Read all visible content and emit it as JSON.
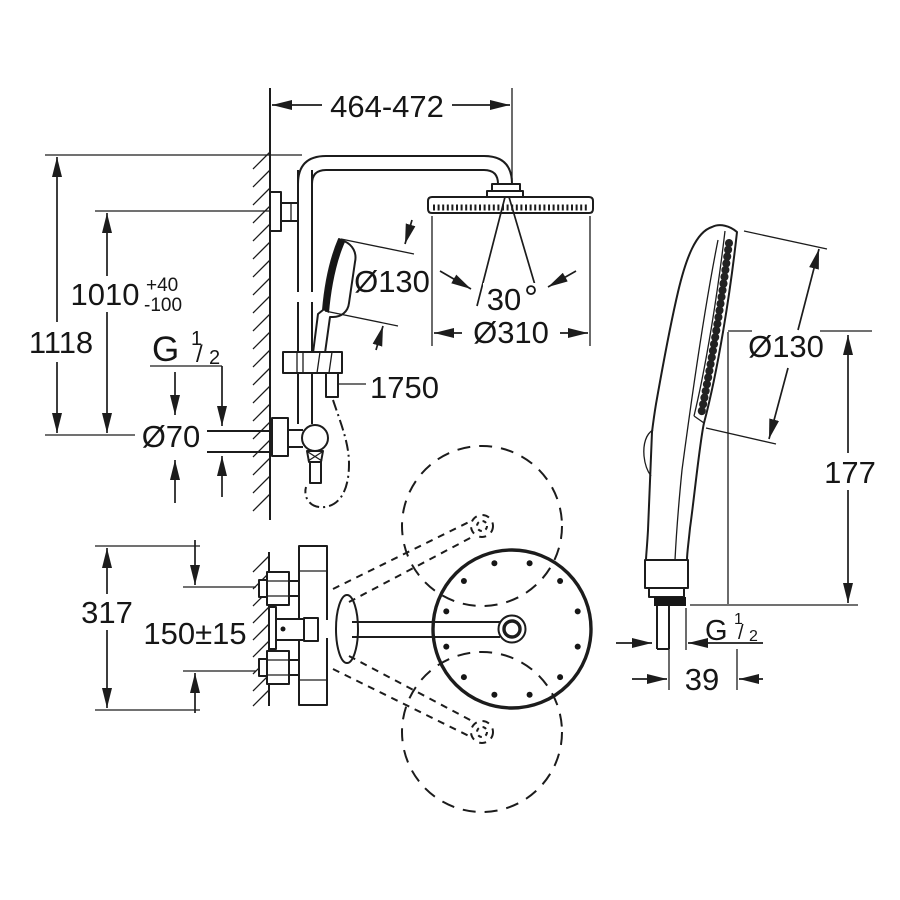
{
  "drawing_type": "shower-system-technical-dimension-drawing",
  "colors": {
    "line": "#1c1c1c",
    "background": "#ffffff"
  },
  "labels": {
    "arm_reach": "464-472",
    "height_total": "1118",
    "height_install": "1010",
    "tol_plus": "+40",
    "tol_minus": "-100",
    "thread_g": "G",
    "thread_num": "1",
    "thread_slash": "/",
    "thread_den": "2",
    "rosette_dia": "Ø70",
    "hand_dia": "Ø130",
    "hose_len": "1750",
    "spray_angle": "30",
    "degree_sign": "°",
    "head_dia": "Ø310",
    "hand_len": "177",
    "conn_offset": "39",
    "valve_height": "317",
    "inlet_spacing": "150±15"
  }
}
